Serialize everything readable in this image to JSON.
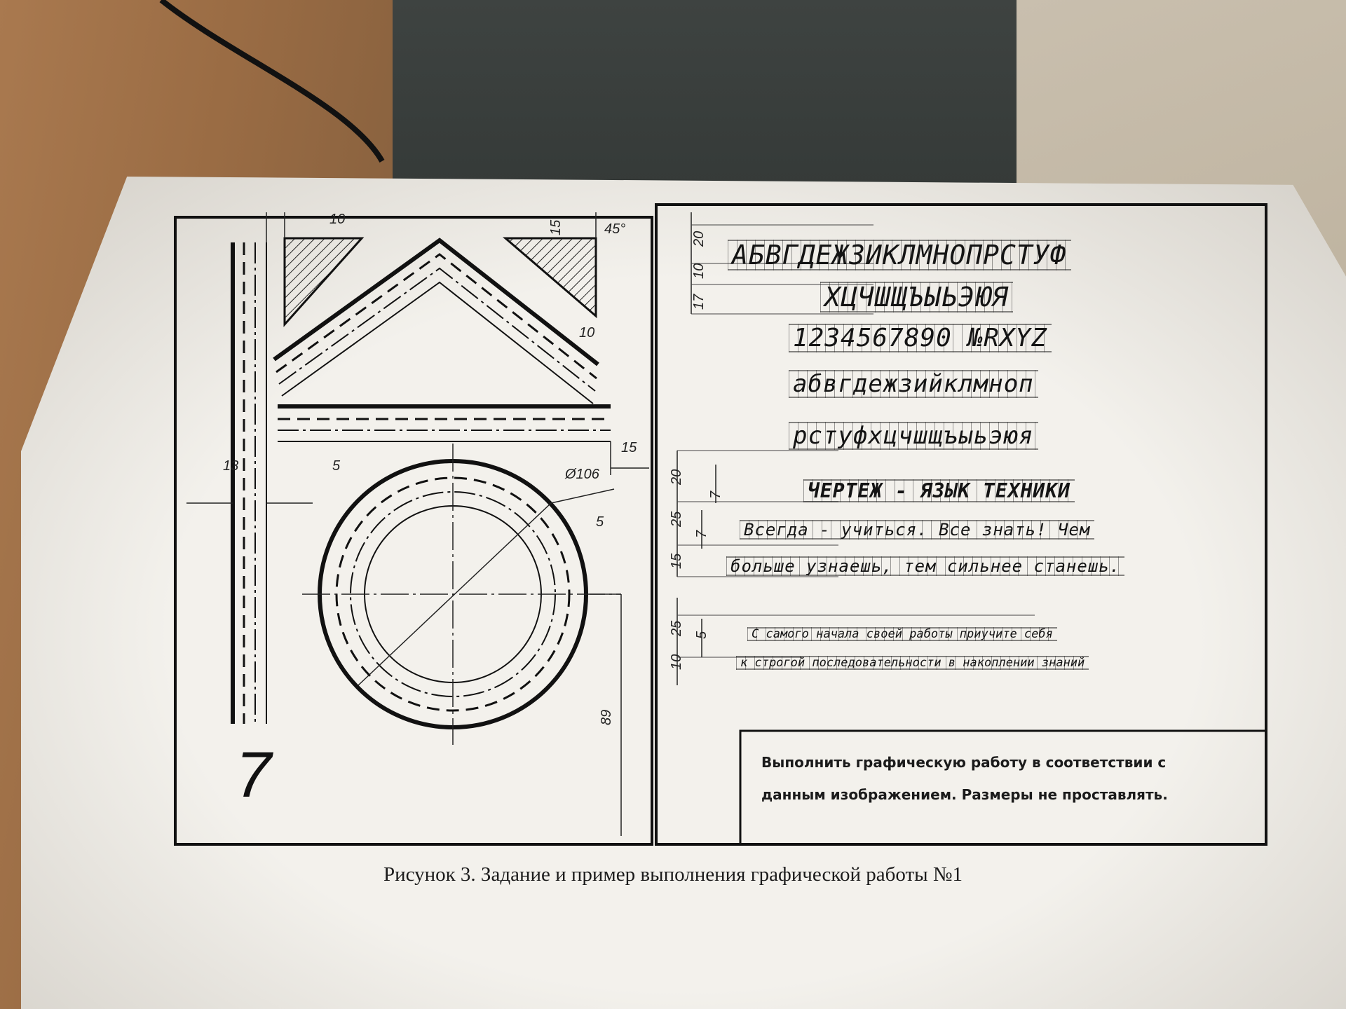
{
  "drawing": {
    "sheet_number": "7",
    "dims_left": {
      "d10_top": "10",
      "d15_top": "15",
      "angle": "45°",
      "d10_diag": "10",
      "d13": "13",
      "d5_left": "5",
      "d15_right": "15",
      "diameter": "Ø106",
      "d5_ring": "5",
      "d89": "89"
    },
    "dims_right": {
      "top": [
        "20",
        "10",
        "17"
      ],
      "mid": [
        "20",
        "25",
        "15"
      ],
      "mid_inner": [
        "7",
        "7"
      ],
      "bottom": [
        "25",
        "10"
      ],
      "bottom_inner": "5"
    }
  },
  "lettering": {
    "line1": "АБВГДЕЖЗИКЛМНОПРСТУФ",
    "line2": "ХЦЧШЩЪЫЬЭЮЯ",
    "line3": "1234567890 №RXYZ",
    "line4": "абвгдежзийклмноп",
    "line5": "рстуфхцчшщъыьэюя",
    "line6": "ЧЕРТЕЖ - ЯЗЫК ТЕХНИКИ",
    "line7": "Всегда - учиться. Все знать! Чем",
    "line8": "больше узнаешь, тем сильнее станешь.",
    "line9": "С самого начала своей работы приучите себя",
    "line10": "к строгой последовательности в накоплении знаний"
  },
  "task": {
    "line1": "Выполнить графическую работу в соответствии с",
    "line2": "данным изображением.  Размеры не проставлять."
  },
  "caption": "Рисунок 3. Задание и пример выполнения графической работы №1"
}
